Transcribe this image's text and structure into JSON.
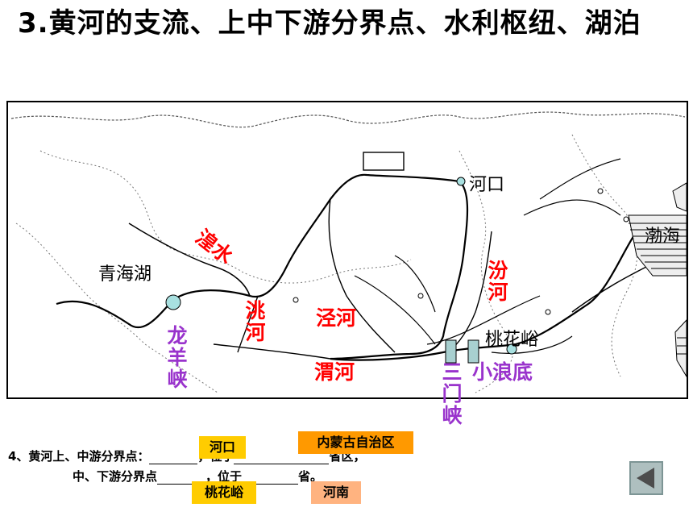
{
  "title": "3.黄河的支流、上中下游分界点、水利枢纽、湖泊",
  "map": {
    "labels": {
      "huangshui": "湟水",
      "qinghai_lake": "青海湖",
      "taohe": "洮河",
      "jinghe": "泾河",
      "weihe": "渭河",
      "fenhe": "汾河",
      "hekou": "河口",
      "taohuayu": "桃花峪",
      "bohai": "渤海",
      "longyangxia": "龙羊峡",
      "sanmenxia": "三门峡",
      "xiaolangdi": "小浪底"
    },
    "colors": {
      "tributary": "#ff0000",
      "dam": "#9933cc",
      "dam_marker": "#a8d0d0",
      "lake": "#a8e0e0"
    }
  },
  "question": {
    "line1_prefix": "4、黄河上、中游分界点：",
    "line1_mid": "，位于",
    "line1_suffix": "省区，",
    "line2_prefix": "中、下游分界点",
    "line2_mid": "，位于",
    "line2_suffix": "省。"
  },
  "answers": {
    "a1": {
      "text": "河口",
      "color": "#ffcc00"
    },
    "a2": {
      "text": "内蒙古自治区",
      "color": "#ff9900"
    },
    "a3": {
      "text": "桃花峪",
      "color": "#ffcc00"
    },
    "a4": {
      "text": "河南",
      "color": "#ffb380"
    }
  },
  "nav": {
    "icon": "back-arrow-icon"
  }
}
